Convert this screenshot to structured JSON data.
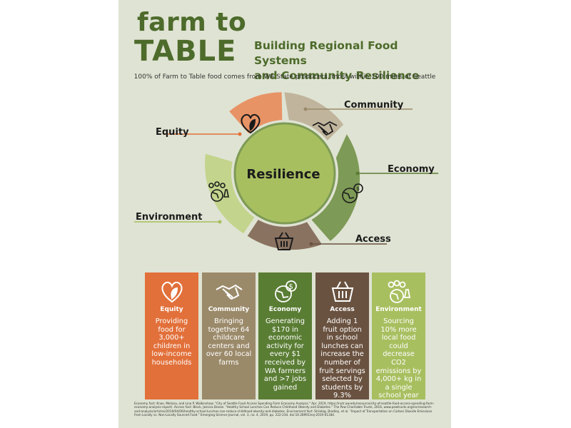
{
  "title": {
    "line1": "farm to",
    "line2": "TABLE"
  },
  "subtitle": {
    "line1": "Building Regional Food Systems",
    "line2": "and Community Resilience"
  },
  "tagline": "100% of Farm to Table food comes from WA State producers, most within 100 miles of Seattle",
  "wheel": {
    "center": "Resilience",
    "labels": {
      "equity": "Equity",
      "community": "Community",
      "economy": "Economy",
      "access": "Access",
      "environment": "Environment"
    }
  },
  "colors": {
    "equity": "#e2703a",
    "equity_light": "#e89366",
    "community": "#9b8a6a",
    "community_light": "#c0b49c",
    "economy": "#5a7d34",
    "economy_light": "#7d9a56",
    "access": "#6a5240",
    "access_light": "#8a7260",
    "environment": "#a8bf60",
    "environment_light": "#c3d48c",
    "title_green": "#4d6b2b",
    "background": "#dfe3d3"
  },
  "cards": [
    {
      "title": "Equity",
      "text": "Providing food for 3,000+ children in low-income households",
      "icon": "heart-leaf-icon"
    },
    {
      "title": "Community",
      "text": "Bringing together 64 childcare centers and over 60 local farms",
      "icon": "handshake-icon"
    },
    {
      "title": "Economy",
      "text": "Generating $170 in economic activity for every $1 received by WA farmers and >7 jobs gained",
      "icon": "globe-dollar-icon"
    },
    {
      "title": "Access",
      "text": "Adding 1 fruit option in school lunches can increase the number of fruit servings selected by students by 9.3%",
      "icon": "basket-icon"
    },
    {
      "title": "Environment",
      "text": "Sourcing 10% more local food could decrease CO2 emissions by 4,000+ kg in a single school year",
      "icon": "earth-emissions-icon"
    }
  ],
  "footnote": "Economy fact: Knox, Melissa, and Lina P. Walkinshaw. \"City of Seattle Food Access Spending Farm Economy Analysis.\" Apr. 2019, https://nutr.uw.edu/resource/city-of-seattle-food-access-spending-farm-economy-analysis-report/. Access fact: Block, Jessica Donze. \"Healthy School Lunches Can Reduce Childhood Obesity and Diabetes.\" The Pew Charitable Trusts, 2016, www.pewtrusts.org/en/research-and-analysis/articles/2016/04/06/healthy-school-lunches-can-reduce-childhood-obesity-and-diabetes. Environment fact: Striebig, Bradley, et al. \"Impact of Transportation on Carbon Dioxide Emissions from Locally vs. Non-Locally Sourced Food.\" Emerging Science Journal, vol. 3, no. 4, 2019, pp. 222-234, doi:10.28991/esj-2019-01184."
}
